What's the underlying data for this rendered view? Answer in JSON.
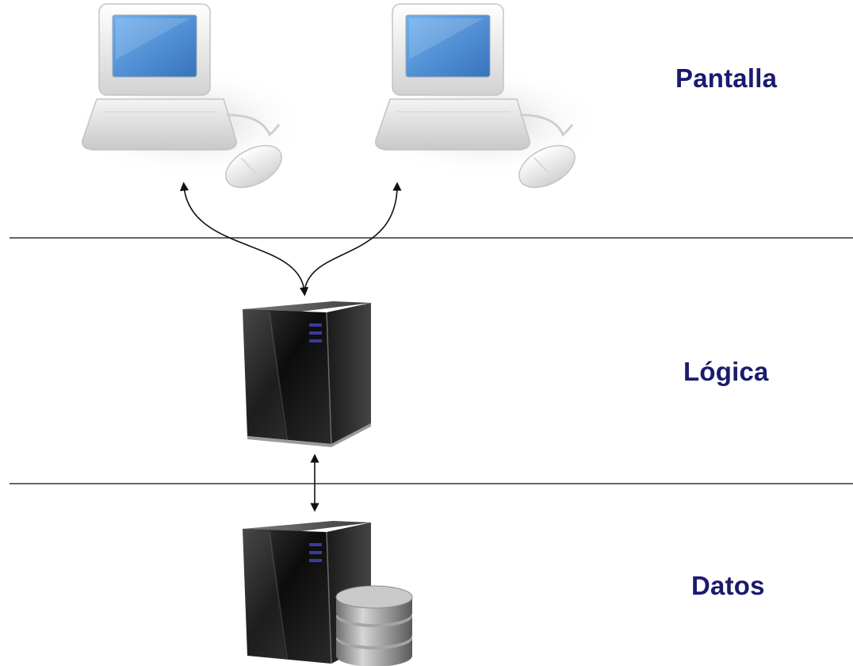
{
  "tiers": [
    {
      "id": "presentation",
      "label": "Pantalla"
    },
    {
      "id": "logic",
      "label": "Lógica"
    },
    {
      "id": "data",
      "label": "Datos"
    }
  ],
  "icons": [
    {
      "name": "desktop-computer-icon",
      "count": 2
    },
    {
      "name": "server-tower-icon",
      "count": 1
    },
    {
      "name": "database-server-icon",
      "count": 1
    }
  ],
  "colors": {
    "label_text": "#1a1a6e",
    "divider": "#333333",
    "monitor_screen": "#4f92d6",
    "server_body": "#111111",
    "server_lights": "#3a3aa0",
    "database": "#8a8a8a"
  }
}
